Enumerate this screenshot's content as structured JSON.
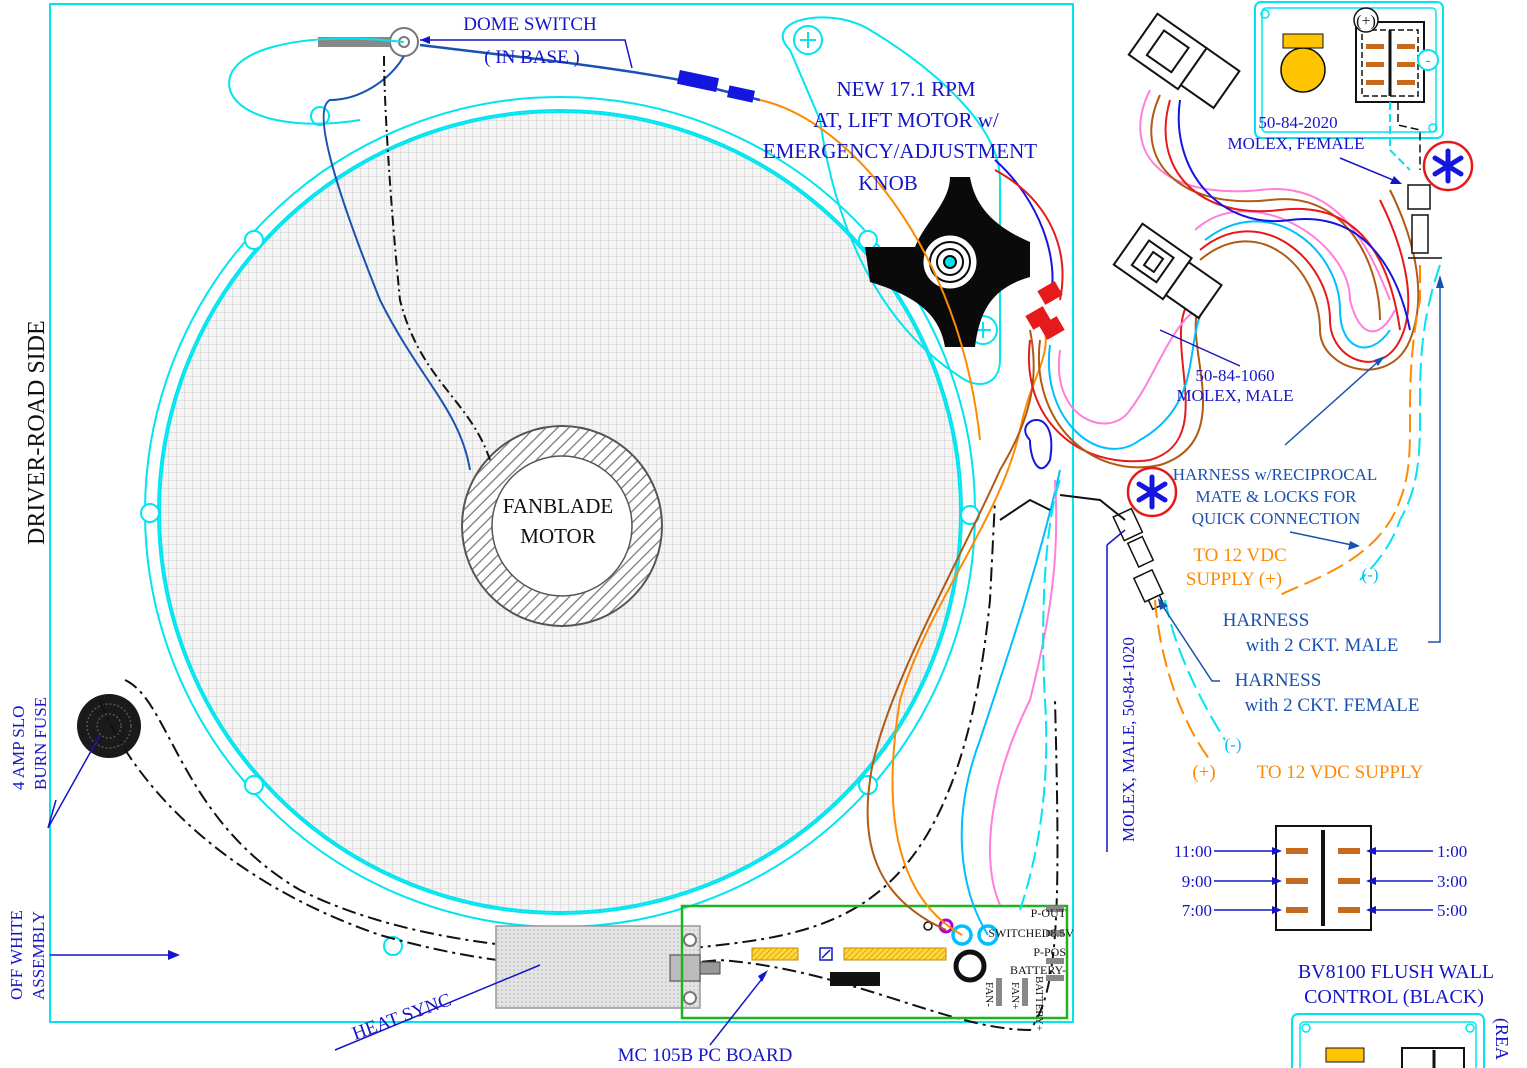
{
  "labels": {
    "dome_switch": "DOME SWITCH",
    "in_base": "( IN BASE )",
    "lift_motor_1": "NEW 17.1 RPM",
    "lift_motor_2": "AT, LIFT MOTOR w/",
    "lift_motor_3": "EMERGENCY/ADJUSTMENT",
    "lift_motor_4": "KNOB",
    "side_label": "DRIVER-ROAD SIDE",
    "fanblade_1": "FANBLADE",
    "fanblade_2": "MOTOR",
    "fuse_1": "4 AMP SLO",
    "fuse_2": "BURN FUSE",
    "assembly_1": "OFF WHITE",
    "assembly_2": "ASSEMBLY",
    "heat_sync": "HEAT SYNC",
    "pc_board": "MC 105B  PC BOARD",
    "molex_female_1": "50-84-2020",
    "molex_female_2": "MOLEX, FEMALE",
    "molex_male_1": "50-84-1060",
    "molex_male_2": "MOLEX, MALE",
    "harness_reciprocal_1": "HARNESS w/RECIPROCAL",
    "harness_reciprocal_2": "MATE & LOCKS FOR",
    "harness_reciprocal_3": "QUICK CONNECTION",
    "supply_top_1": "TO 12 VDC",
    "supply_top_2": "SUPPLY (+)",
    "neg_top": "(-)",
    "harness_male_1": "HARNESS",
    "harness_male_2": "with 2 CKT. MALE",
    "harness_female_1": "HARNESS",
    "harness_female_2": "with 2 CKT. FEMALE",
    "molex_vertical": "MOLEX, MALE, 50-84-1020",
    "neg_bottom": "(-)",
    "pos_bottom": "(+)",
    "supply_bottom": "TO 12 VDC SUPPLY",
    "switch_plus": "(+)",
    "switch_minus": "-",
    "bv8100_1": "BV8100 FLUSH WALL",
    "bv8100_2": "CONTROL (BLACK)",
    "rear_partial": "(REA"
  },
  "clock_positions": {
    "left": [
      "11:00",
      "9:00",
      "7:00"
    ],
    "right": [
      "1:00",
      "3:00",
      "5:00"
    ]
  },
  "terminals": [
    "P-OUT",
    "SWITCHED8.5V",
    "P-POS",
    "BATTERY-",
    "FAN-",
    "FAN+",
    "BATTERY+"
  ],
  "colors": {
    "outline_cyan": "#00e5f0",
    "label_blue": "#1515c8",
    "harness_blue": "#1a52b0",
    "supply_orange": "#ff8a00",
    "pcb_green": "#1db51d",
    "wire_red": "#e61a1a",
    "wire_brown": "#b05a14",
    "wire_pink": "#ff7fd9",
    "wire_cyan": "#00bfff"
  },
  "icons": [
    "fan-symbol-icon",
    "lift-motor-knob-icon",
    "fuse-icon",
    "dome-switch-icon"
  ]
}
